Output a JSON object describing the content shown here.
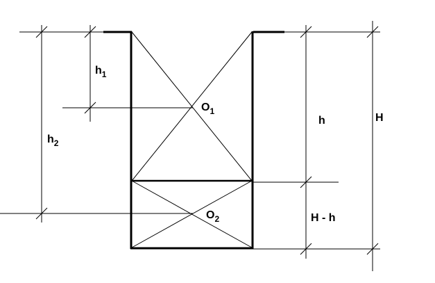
{
  "labels": {
    "h1_base": "h",
    "h1_sub": "1",
    "h2_base": "h",
    "h2_sub": "2",
    "o1_base": "O",
    "o1_sub": "1",
    "o2_base": "O",
    "o2_sub": "2",
    "h": "h",
    "h_minus_h": "H - h",
    "H": "H"
  },
  "colors": {
    "stroke": "#000000",
    "background": "#ffffff"
  }
}
